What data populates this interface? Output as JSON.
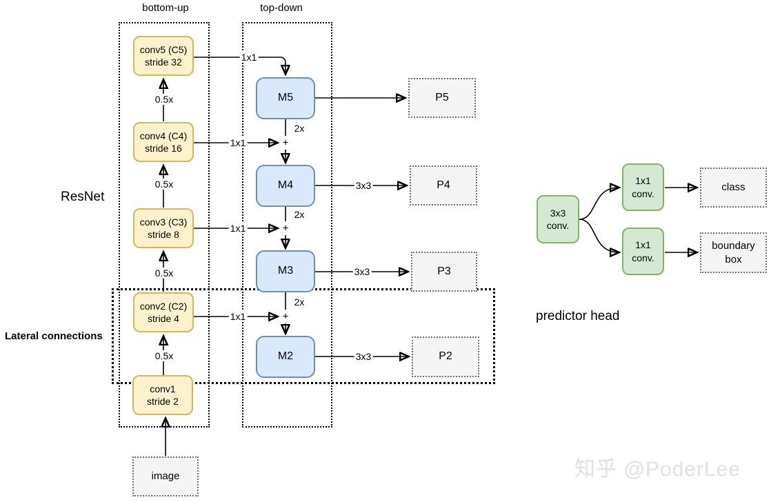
{
  "header": {
    "bottom_up_label": "bottom-up",
    "top_down_label": "top-down"
  },
  "annotations": {
    "resnet": "ResNet",
    "lateral_connections": "Lateral connections",
    "predictor_head": "predictor head",
    "watermark": "知乎 @PoderLee"
  },
  "backbone": {
    "conv5": {
      "name": "conv5 (C5)",
      "stride": "stride 32"
    },
    "conv4": {
      "name": "conv4 (C4)",
      "stride": "stride 16"
    },
    "conv3": {
      "name": "conv3 (C3)",
      "stride": "stride 8"
    },
    "conv2": {
      "name": "conv2 (C2)",
      "stride": "stride 4"
    },
    "conv1": {
      "name": "conv1",
      "stride": "stride 2"
    },
    "input": "image"
  },
  "top_down": {
    "m5": "M5",
    "m4": "M4",
    "m3": "M3",
    "m2": "M2"
  },
  "pyramid": {
    "p5": "P5",
    "p4": "P4",
    "p3": "P3",
    "p2": "P2"
  },
  "predictor": {
    "conv3x3": {
      "line1": "3x3",
      "line2": "conv."
    },
    "conv1x1_class": {
      "line1": "1x1",
      "line2": "conv."
    },
    "conv1x1_box": {
      "line1": "1x1",
      "line2": "conv."
    },
    "class_output": "class",
    "box_output": {
      "line1": "boundary",
      "line2": "box"
    }
  },
  "edge_labels": {
    "lateral": "1x1",
    "upsample": "2x",
    "downsample": "0.5x",
    "smooth": "3x3",
    "merge": "+"
  },
  "colors": {
    "backbone_fill": "#fff2cc",
    "backbone_border": "#d6b656",
    "merged_fill": "#dae8fc",
    "merged_border": "#6c8ebf",
    "head_fill": "#d5e8d4",
    "head_border": "#82b366",
    "output_fill": "#f5f5f5",
    "output_border": "#6e6e6e",
    "frame_border": "#000000"
  }
}
